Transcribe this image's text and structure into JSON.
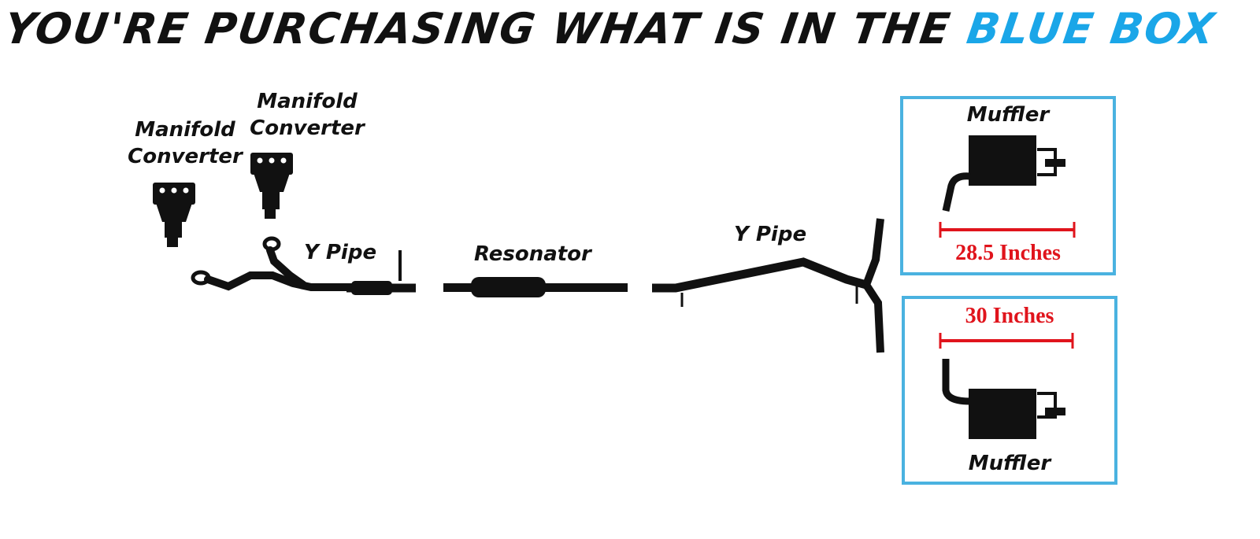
{
  "headline": {
    "text": "YOU'RE PURCHASING WHAT IS IN THE",
    "highlight": "BLUE BOX",
    "highlight_color": "#1aa6e8"
  },
  "parts": {
    "manifold_converter_left": {
      "line1": "Manifold",
      "line2": "Converter"
    },
    "manifold_converter_right": {
      "line1": "Manifold",
      "line2": "Converter"
    },
    "y_pipe_front": "Y Pipe",
    "resonator": "Resonator",
    "y_pipe_rear": "Y Pipe"
  },
  "blue_box": {
    "border_color": "#4ab2e0",
    "top": {
      "label": "Muffler",
      "measurement": "28.5 Inches"
    },
    "bottom": {
      "label": "Muffler",
      "measurement": "30 Inches"
    },
    "measure_color": "#e0141c"
  }
}
